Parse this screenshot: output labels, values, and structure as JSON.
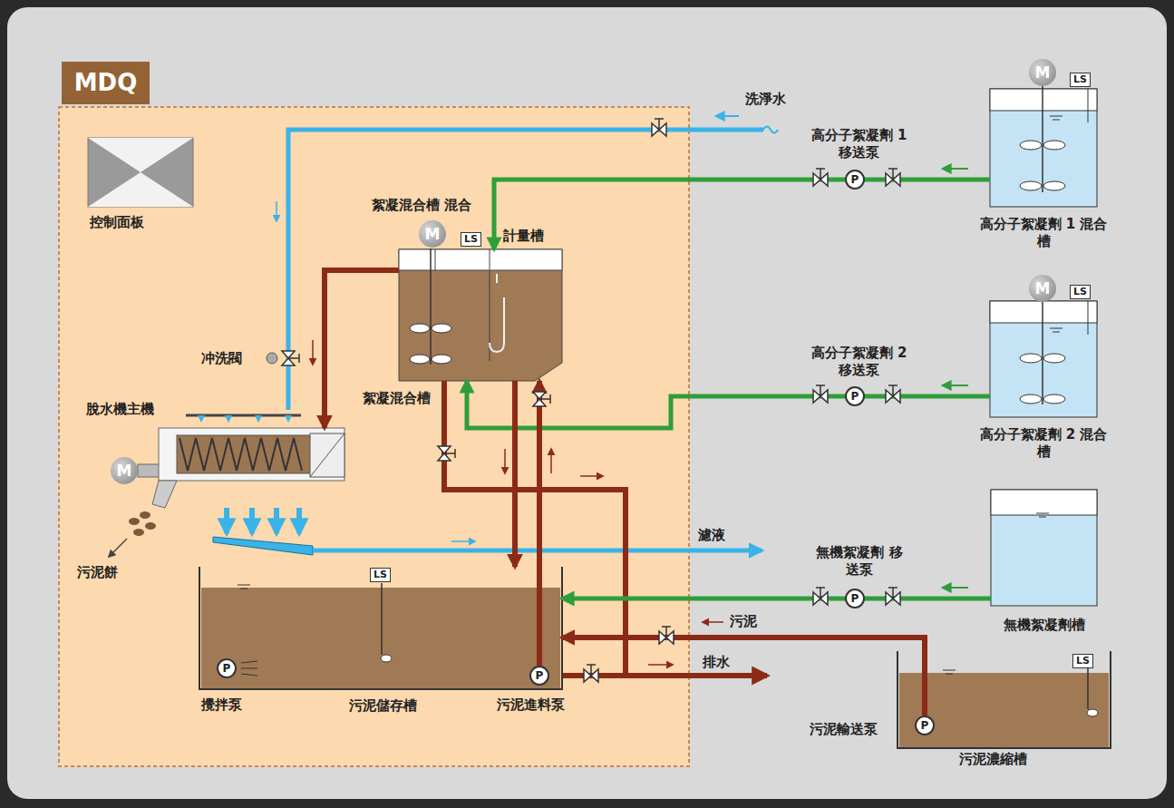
{
  "diagram": {
    "nodes": [
      {
        "text": [
          "MDQ"
        ]
      },
      {
        "text": [
          "控制面板"
        ],
        "in": 0
      },
      {
        "text": [
          "脫水機主機"
        ],
        "in": 0
      },
      {
        "text": [
          "絮凝混合槽 混合",
          "計量槽",
          "絮凝混合槽"
        ],
        "in": 0
      },
      {
        "text": [
          "污泥儲存槽"
        ],
        "in": 0
      },
      {
        "text": [
          "高分子絮凝劑 1 混合槽"
        ]
      },
      {
        "text": [
          "高分子絮凝劑 2 混合槽"
        ]
      },
      {
        "text": [
          "無機絮凝劑槽"
        ]
      },
      {
        "text": [
          "污泥濃縮槽"
        ]
      }
    ],
    "edges": [
      {
        "from": 5,
        "to": 3,
        "arrow": "to"
      },
      {
        "from": 6,
        "to": 3,
        "arrow": "to"
      },
      {
        "from": 7,
        "to": 4,
        "arrow": "to"
      },
      {
        "from": 8,
        "to": 4,
        "label": "污泥",
        "arrow": "to"
      },
      {
        "from": 4,
        "to": 3,
        "arrow": "to"
      },
      {
        "from": 3,
        "to": 4,
        "arrow": "to"
      },
      {
        "from": 3,
        "to": 2,
        "arrow": "to"
      }
    ],
    "labels": [
      "洗淨水",
      "高分子絮凝劑 1 移送泵",
      "高分子絮凝劑 2 移送泵",
      "無機絮凝劑 移送泵",
      "冲洗閥",
      "污泥餅",
      "濾液",
      "排水",
      "攪拌泵",
      "污泥進料泵",
      "污泥輸送泵",
      "LS",
      "LS",
      "LS",
      "LS",
      "LS",
      "M",
      "M",
      "M",
      "M",
      "P",
      "P",
      "P",
      "P",
      "P",
      "P"
    ]
  }
}
